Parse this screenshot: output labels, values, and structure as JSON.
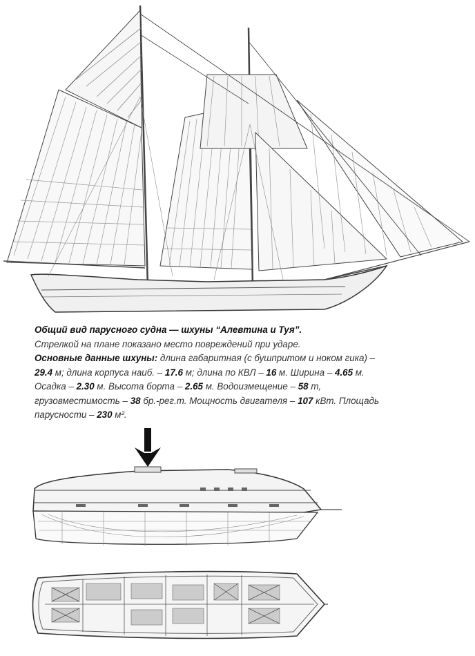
{
  "caption": {
    "title": "Общий вид парусного судна — шхуны “Алевтина и Туя”.",
    "arrow_note": "Стрелкой на плане показано место повреждений при ударе.",
    "specs_label": "Основные данные шхуны:",
    "specs": [
      {
        "text": " длина габаритная (с бушпритом и ноком гика) – ",
        "value": "29.4",
        "unit": " м; "
      },
      {
        "text": "длина корпуса наиб. – ",
        "value": "17.6",
        "unit": " м; "
      },
      {
        "text": "длина по КВЛ – ",
        "value": "16",
        "unit": " м. "
      },
      {
        "text": "Ширина – ",
        "value": "4.65",
        "unit": " м. "
      },
      {
        "text": "Осадка – ",
        "value": "2.30",
        "unit": " м. "
      },
      {
        "text": "Высота борта – ",
        "value": "2.65",
        "unit": " м. "
      },
      {
        "text": "Водоизмещение – ",
        "value": "58",
        "unit": " т, "
      },
      {
        "text": "грузовместимость – ",
        "value": "38",
        "unit": " бр.-рег.т. "
      },
      {
        "text": "Мощность двигателя – ",
        "value": "107",
        "unit": " кВт. "
      },
      {
        "text": "Площадь парусности – ",
        "value": "230",
        "unit": " м²."
      }
    ]
  },
  "colors": {
    "ink": "#2a2a2a",
    "line": "#555555",
    "fill": "#dcdcdc"
  },
  "icons": {
    "damage_arrow": "down-arrow-icon"
  }
}
